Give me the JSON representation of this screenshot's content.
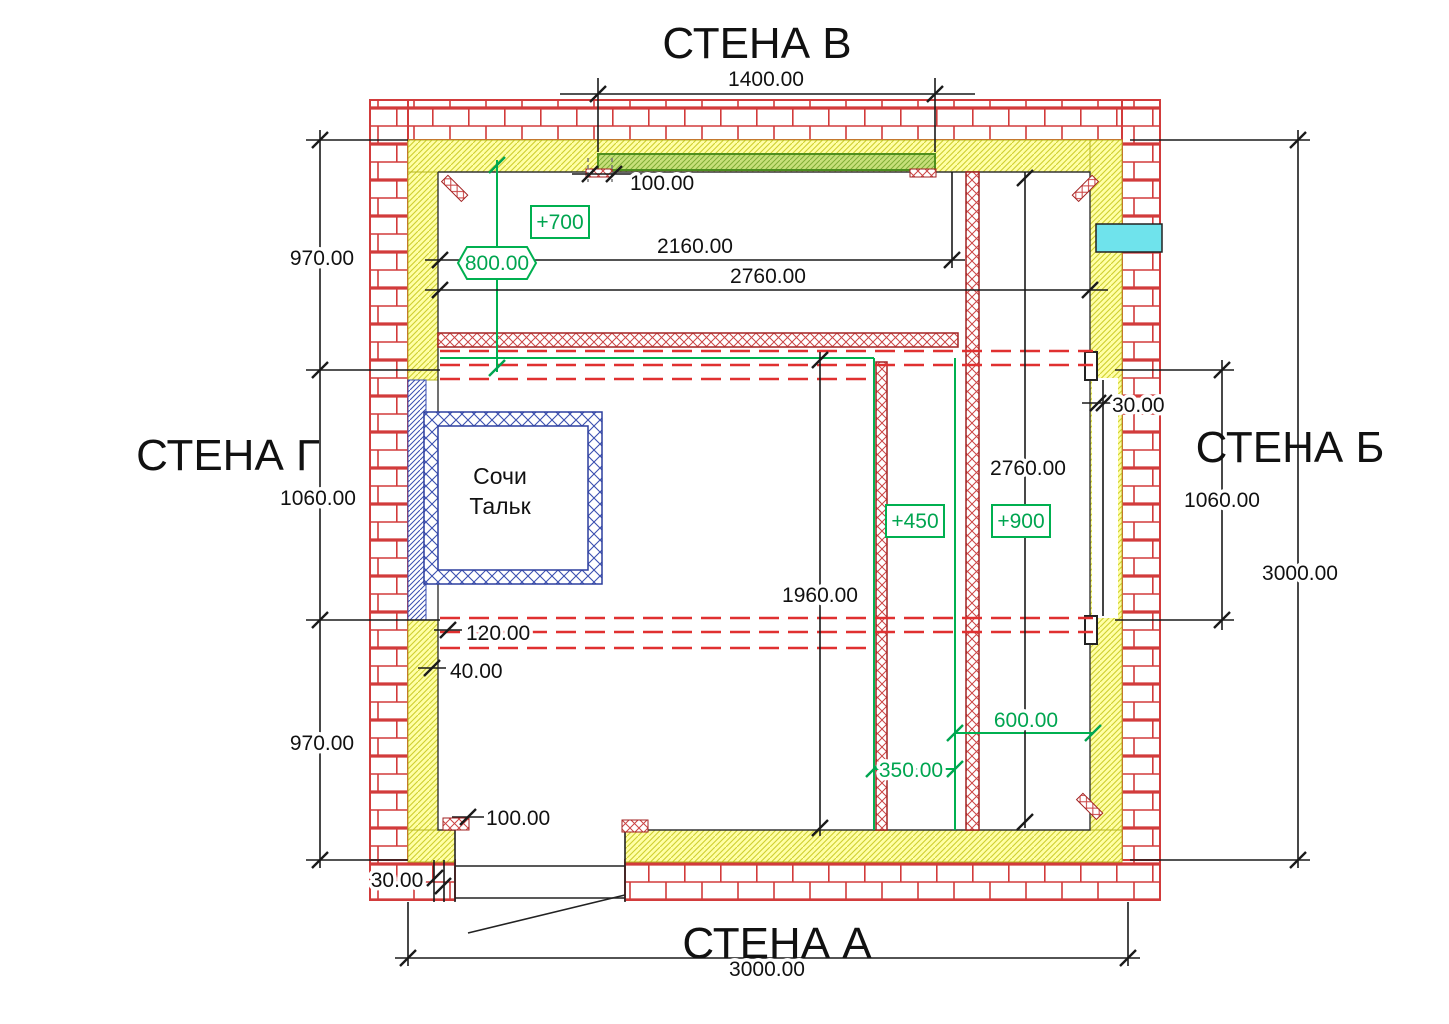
{
  "walls": {
    "top": "СТЕНА В",
    "bottom": "СТЕНА А",
    "left": "СТЕНА Г",
    "right": "СТЕНА Б"
  },
  "room_box": {
    "line1": "Сочи",
    "line2": "Тальк"
  },
  "dims": {
    "top_1400": "1400.00",
    "top_100": "100.00",
    "top_2160": "2160.00",
    "top_2760": "2760.00",
    "left_970_upper": "970.00",
    "left_1060": "1060.00",
    "left_970_lower": "970.00",
    "right_30": "30.00",
    "mid_2760": "2760.00",
    "right_1060": "1060.00",
    "right_3000": "3000.00",
    "mid_1960": "1960.00",
    "left_120": "120.00",
    "left_40": "40.00",
    "bottom_100": "100.00",
    "bottom_30": "30.00",
    "bottom_3000": "3000.00"
  },
  "marks": {
    "level_700": "+700",
    "level_450": "+450",
    "level_900": "+900",
    "green_800": "800.00",
    "green_600": "600.00",
    "green_350": "350.00"
  },
  "colors": {
    "brick_red": "#d23b3b",
    "wall_yellow": "#ffffa6",
    "accent_green": "#00a550",
    "dash_red": "#e03030",
    "hatch_blue": "#3a4fb0",
    "window_cyan": "#6fe3ec",
    "bar_green": "#c7e07a"
  }
}
